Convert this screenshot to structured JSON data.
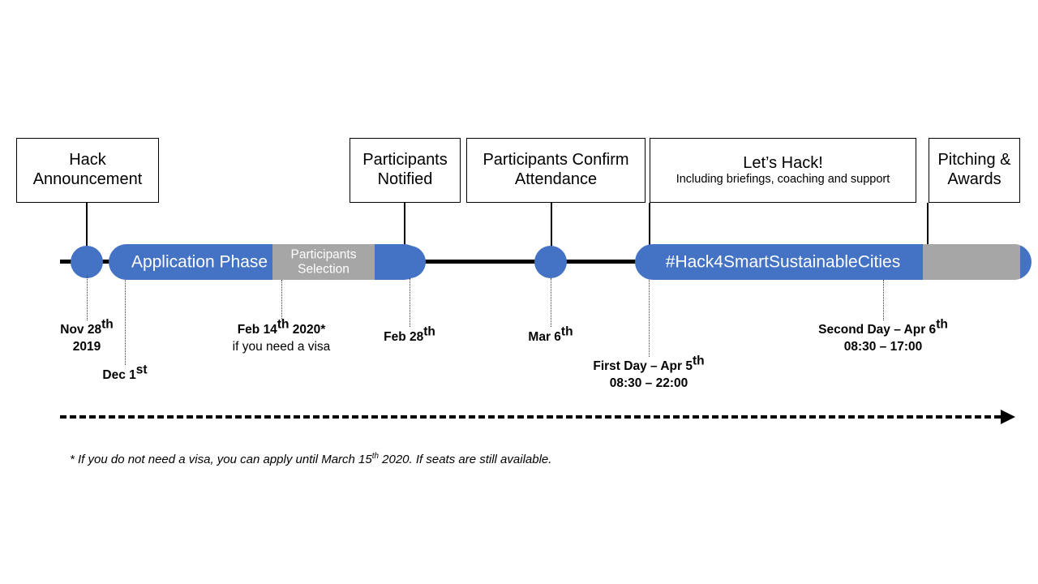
{
  "diagram": {
    "title": "Hackathon Timeline",
    "colors": {
      "accent_blue": "#4472C4",
      "gray": "#A6A6A6",
      "line_black": "#000000",
      "background": "#FFFFFF"
    }
  },
  "milestone_boxes": [
    {
      "id": "hack-announcement",
      "line1": "Hack",
      "line2": "Announcement",
      "sub": ""
    },
    {
      "id": "participants-notified",
      "line1": "Participants",
      "line2": "Notified",
      "sub": ""
    },
    {
      "id": "participants-confirm",
      "line1": "Participants Confirm",
      "line2": "Attendance",
      "sub": ""
    },
    {
      "id": "lets-hack",
      "line1": "Let’s Hack!",
      "line2": "",
      "sub": "Including briefings, coaching and support"
    },
    {
      "id": "pitching-awards",
      "line1": "Pitching &",
      "line2": "Awards",
      "sub": ""
    }
  ],
  "phases": [
    {
      "id": "application-phase",
      "label": "Application Phase"
    },
    {
      "id": "participants-selection",
      "label_line1": "Participants",
      "label_line2": "Selection"
    },
    {
      "id": "hack-event",
      "label": "#Hack4SmartSustainableCities"
    }
  ],
  "date_captions": [
    {
      "id": "nov-28-2019",
      "line1_pre": "Nov 28",
      "line1_sup": "th",
      "line1_post": "",
      "line2": "2019",
      "line2_style": "bold",
      "line3": ""
    },
    {
      "id": "dec-1",
      "line1_pre": "Dec 1",
      "line1_sup": "st",
      "line1_post": "",
      "line2": "",
      "line2_style": "bold",
      "line3": ""
    },
    {
      "id": "feb-14-2020",
      "line1_pre": "Feb 14",
      "line1_sup": "th",
      "line1_post": " 2020*",
      "line2": "if you need a visa",
      "line2_style": "normal",
      "line3": ""
    },
    {
      "id": "feb-28",
      "line1_pre": "Feb 28",
      "line1_sup": "th",
      "line1_post": "",
      "line2": "",
      "line2_style": "bold",
      "line3": ""
    },
    {
      "id": "mar-6",
      "line1_pre": "Mar 6",
      "line1_sup": "th",
      "line1_post": "",
      "line2": "",
      "line2_style": "bold",
      "line3": ""
    },
    {
      "id": "first-day-apr-5",
      "line1_pre": "First Day – Apr 5",
      "line1_sup": "th",
      "line1_post": "",
      "line2": "08:30 – 22:00",
      "line2_style": "bold",
      "line3": ""
    },
    {
      "id": "second-day-apr-6",
      "line1_pre": "Second Day – Apr 6",
      "line1_sup": "th",
      "line1_post": "",
      "line2": "08:30 – 17:00",
      "line2_style": "bold",
      "line3": ""
    }
  ],
  "footnote": {
    "pre": "* If you do not need a visa, you can apply until March 15",
    "sup": "th",
    "post": " 2020. If seats are still available."
  },
  "time_axis": {
    "name": "time-arrow",
    "direction": "left-to-right"
  }
}
